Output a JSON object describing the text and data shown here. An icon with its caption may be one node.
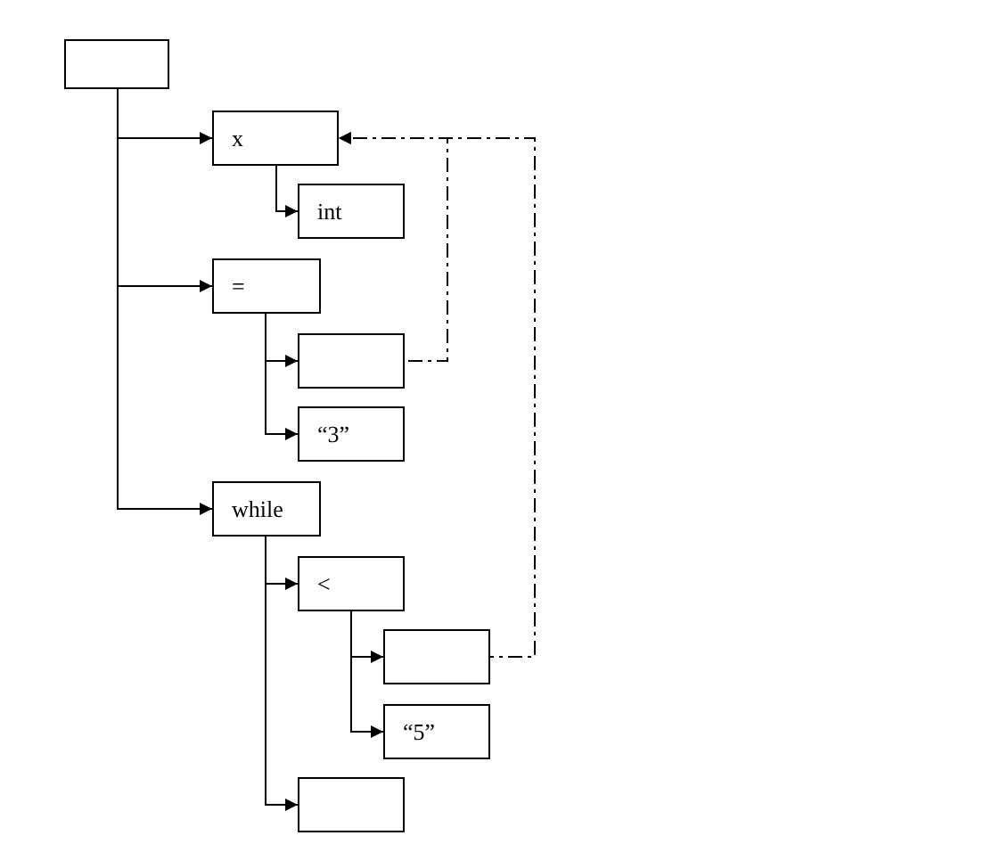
{
  "diagram": {
    "nodes": [
      {
        "text": [],
        "shape": "box"
      },
      {
        "text": [
          "x"
        ]
      },
      {
        "text": [
          "int"
        ]
      },
      {
        "text": [
          "="
        ]
      },
      {
        "text": [],
        "shape": "box"
      },
      {
        "text": [
          "“3”"
        ]
      },
      {
        "text": [
          "while"
        ]
      },
      {
        "text": [
          "<"
        ]
      },
      {
        "text": [],
        "shape": "box"
      },
      {
        "text": [
          "“5”"
        ]
      },
      {
        "text": [],
        "shape": "box"
      }
    ],
    "edges": [
      {
        "from": 0,
        "to": 1,
        "arrow": "to"
      },
      {
        "from": 0,
        "to": 3,
        "arrow": "to"
      },
      {
        "from": 0,
        "to": 6,
        "arrow": "to"
      },
      {
        "from": 1,
        "to": 2,
        "arrow": "to"
      },
      {
        "from": 3,
        "to": 4,
        "arrow": "to"
      },
      {
        "from": 3,
        "to": 5,
        "arrow": "to"
      },
      {
        "from": 6,
        "to": 7,
        "arrow": "to"
      },
      {
        "from": 6,
        "to": 10,
        "arrow": "to"
      },
      {
        "from": 7,
        "to": 8,
        "arrow": "to"
      },
      {
        "from": 7,
        "to": 9,
        "arrow": "to"
      },
      {
        "from": 4,
        "to": 1,
        "arrow": "to",
        "style": "dashed"
      },
      {
        "from": 8,
        "to": 1,
        "arrow": "to",
        "style": "dashed"
      }
    ]
  }
}
